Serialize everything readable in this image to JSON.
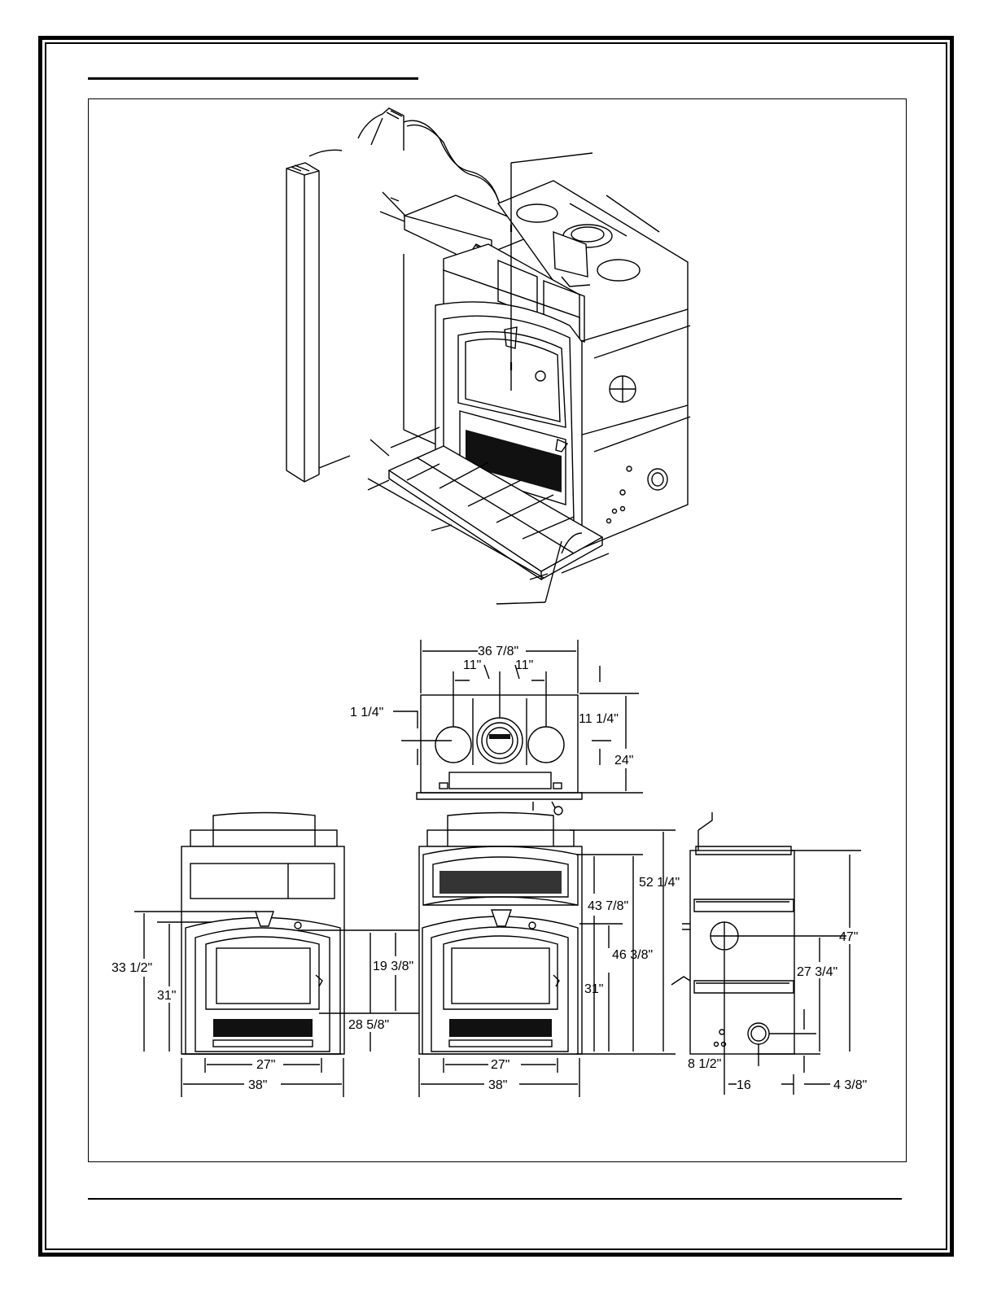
{
  "dimensions": {
    "top_view": {
      "overall_width": "36 7/8\"",
      "spacing_left": "11\"",
      "spacing_right": "11\"",
      "offset": "1 1/4\"",
      "depth_to_center": "11 1/4\"",
      "depth": "24\""
    },
    "front_view_a": {
      "height_to_arch": "33 1/2\"",
      "height_to_top_trim": "31\"",
      "door_opening_height": "19 3/8\"",
      "door_top_height": "28 5/8\"",
      "inner_width": "27\"",
      "outer_width": "38\""
    },
    "front_view_b": {
      "trim_height": "31\"",
      "upper_trim_height": "43 7/8\"",
      "top_height": "46 3/8\"",
      "overall_height": "52 1/4\"",
      "inner_width": "27\"",
      "outer_width": "38\""
    },
    "side_view": {
      "height": "47\"",
      "flue_center_height": "27 3/4\"",
      "air_inlet_height": "8 1/2\"",
      "air_inlet_offset": "16",
      "rear_offset": "4 3/8\""
    }
  }
}
